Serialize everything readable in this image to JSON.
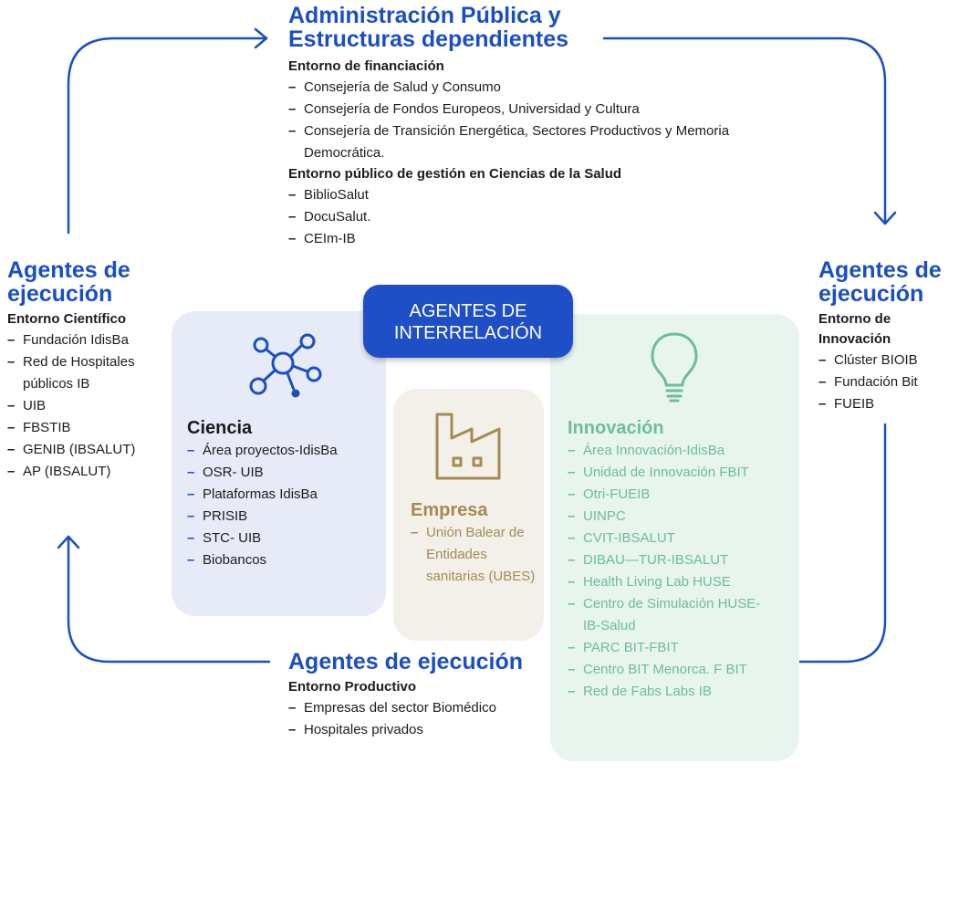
{
  "top": {
    "title_line1": "Administración Pública y",
    "title_line2": "Estructuras dependientes",
    "funding_heading": "Entorno de financiación",
    "funding_items": [
      "Consejería de Salud y Consumo",
      "Consejería de Fondos Europeos, Universidad y Cultura",
      "Consejería de Transición Energética, Sectores Productivos y Memoria Democrática."
    ],
    "public_heading": "Entorno público de gestión en Ciencias de la Salud",
    "public_items": [
      "BiblioSalut",
      "DocuSalut.",
      "CEIm-IB"
    ]
  },
  "left": {
    "title_line1": "Agentes de",
    "title_line2": "ejecución",
    "heading": "Entorno Científico",
    "items": [
      "Fundación IdisBa",
      "Red de Hospitales públicos IB",
      "UIB",
      "FBSTIB",
      "GENIB (IBSALUT)",
      "AP (IBSALUT)"
    ]
  },
  "right": {
    "title_line1": "Agentes de",
    "title_line2": "ejecución",
    "heading_line1": "Entorno de",
    "heading_line2": "Innovación",
    "items": [
      "Clúster BIOIB",
      "Fundación Bit",
      "FUEIB"
    ]
  },
  "bottom": {
    "title": "Agentes de ejecución",
    "heading": "Entorno Productivo",
    "items": [
      "Empresas del sector Biomédico",
      "Hospitales privados"
    ]
  },
  "center": {
    "badge_line1": "AGENTES DE",
    "badge_line2": "INTERRELACIÓN",
    "ciencia": {
      "title": "Ciencia",
      "icon": "network-icon",
      "items": [
        "Área proyectos-IdisBa",
        "OSR- UIB",
        "Plataformas IdisBa",
        "PRISIB",
        "STC- UIB",
        "Biobancos"
      ]
    },
    "empresa": {
      "title": "Empresa",
      "icon": "factory-icon",
      "items": [
        "Unión Balear de Entidades sanitarias (UBES)"
      ]
    },
    "innovacion": {
      "title": "Innovación",
      "icon": "lightbulb-icon",
      "items": [
        "Área Innovación-IdisBa",
        "Unidad de Innovación FBIT",
        "Otri-FUEIB",
        "UINPC",
        "CVIT-IBSALUT",
        "DIBAU—TUR-IBSALUT",
        "Health Living Lab HUSE",
        "Centro de Simulación HUSE-IB-Salud",
        "PARC BIT-FBIT",
        "Centro BIT Menorca. F BIT",
        "Red de Fabs Labs IB"
      ]
    }
  },
  "colors": {
    "blue": "#1a4fc4",
    "ciencia_bg": "#e6ebf7",
    "empresa_bg": "#f2f0e9",
    "empresa_accent": "#a58a55",
    "innovacion_bg": "#e8f4ee",
    "innovacion_accent": "#6bbf98"
  }
}
